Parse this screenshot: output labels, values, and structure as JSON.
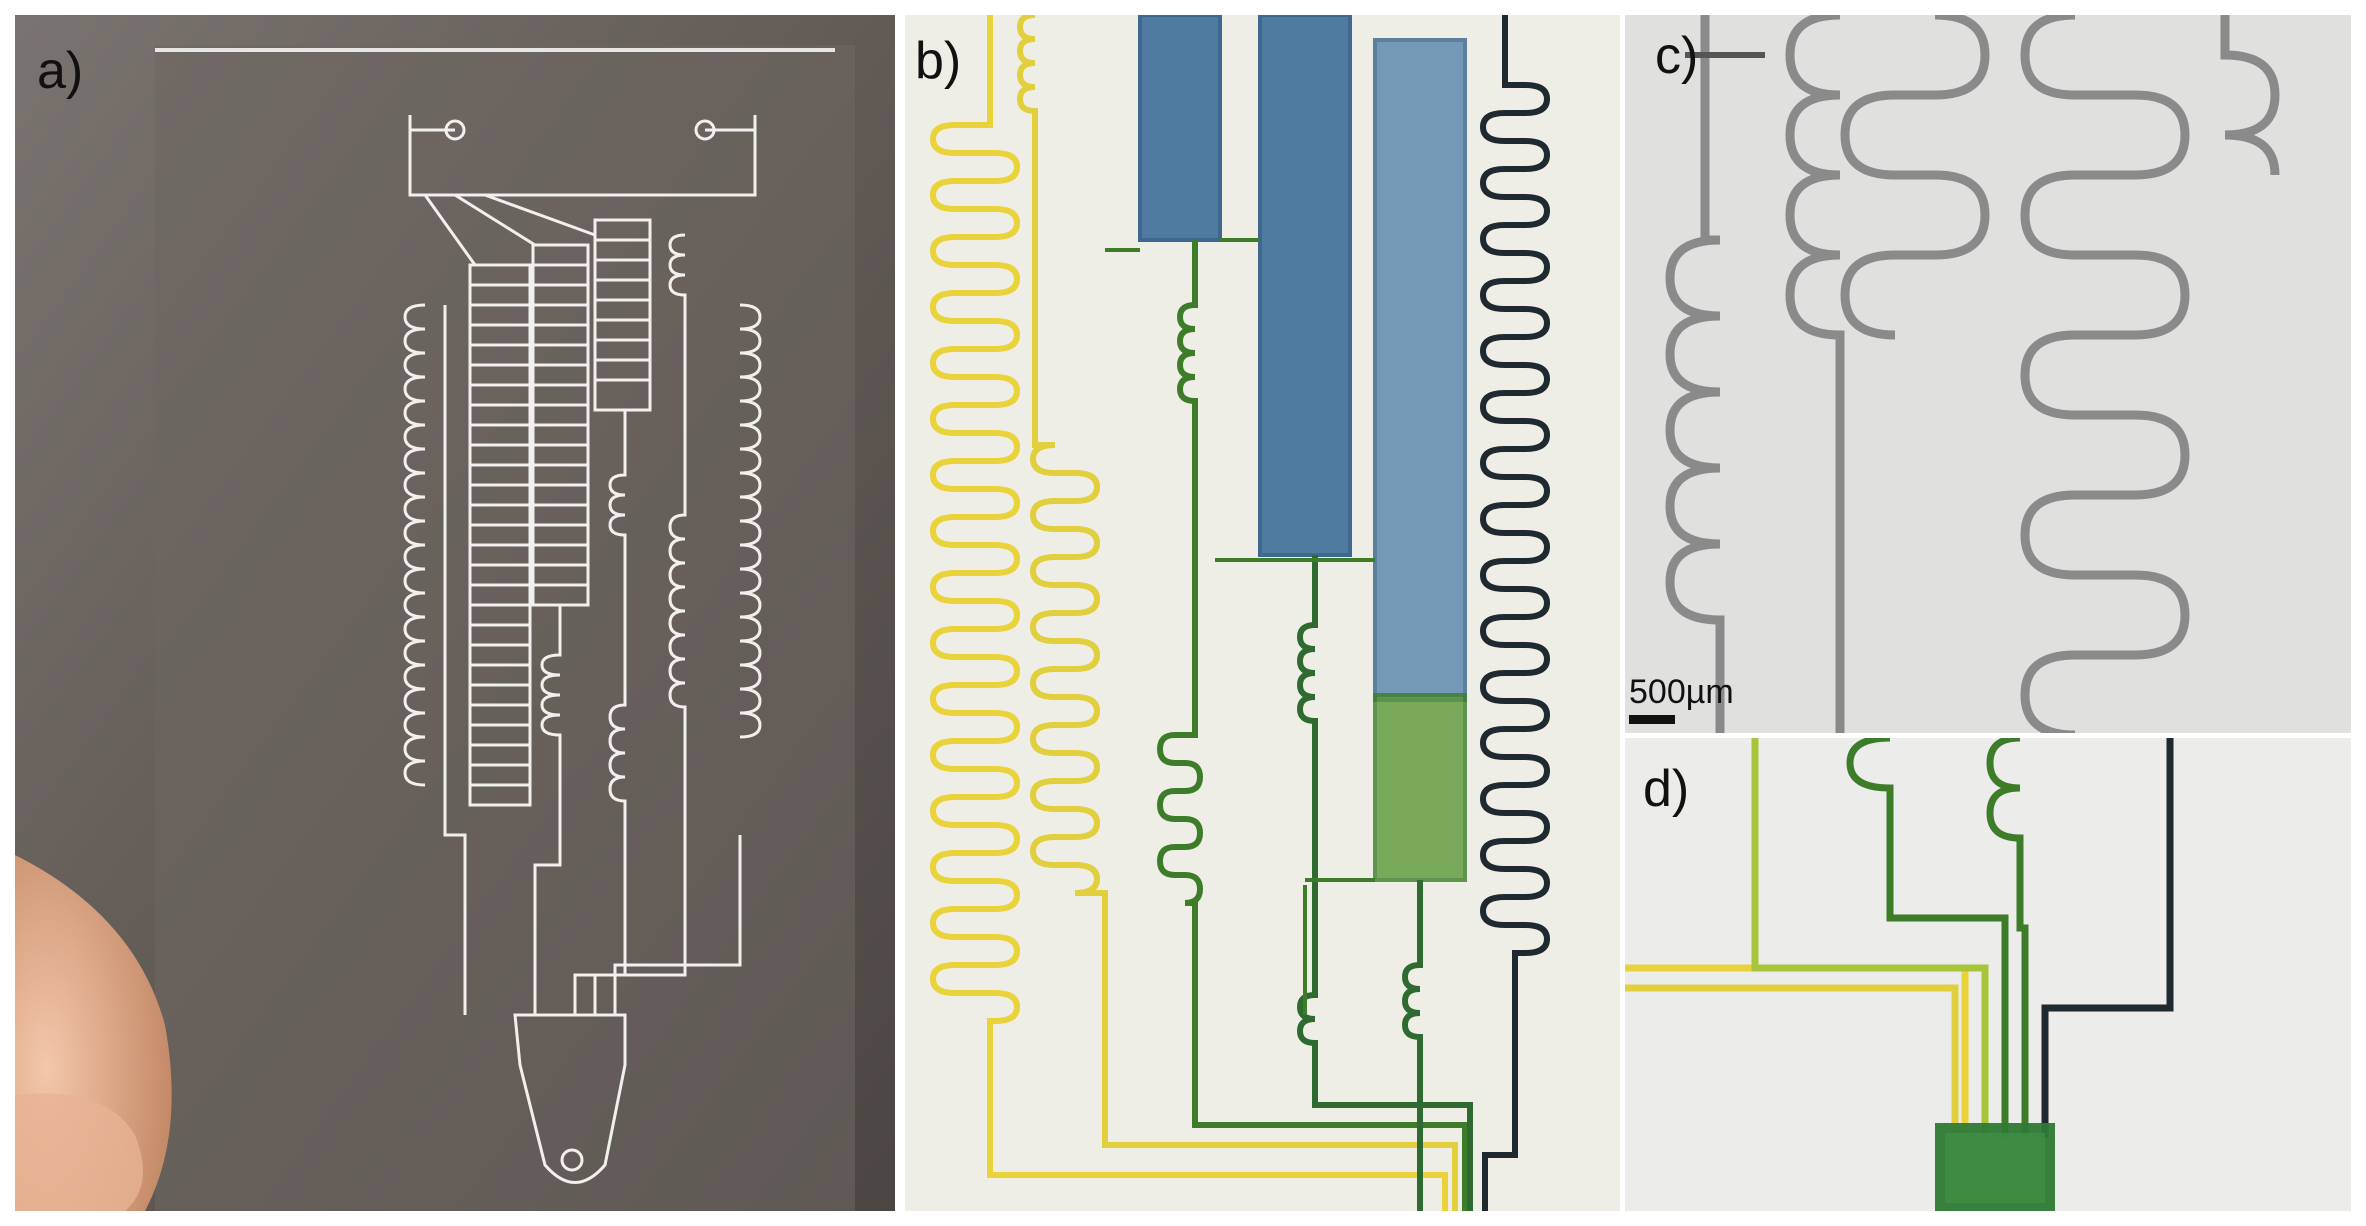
{
  "panels": [
    {
      "id": "a",
      "label": "a)"
    },
    {
      "id": "b",
      "label": "b)"
    },
    {
      "id": "c",
      "label": "c)"
    },
    {
      "id": "d",
      "label": "d)"
    }
  ],
  "scale_bar": {
    "label": "500µm"
  },
  "colors": {
    "chip_background": "#6b6560",
    "channel_white": "#f2f0ee",
    "yellow": "#e9d23a",
    "lime": "#a8c53a",
    "green": "#3d7d2a",
    "blue": "#2d5a86",
    "black": "#1e2a30",
    "gray_channel": "#8a8a8a",
    "paper": "#efeee8"
  }
}
